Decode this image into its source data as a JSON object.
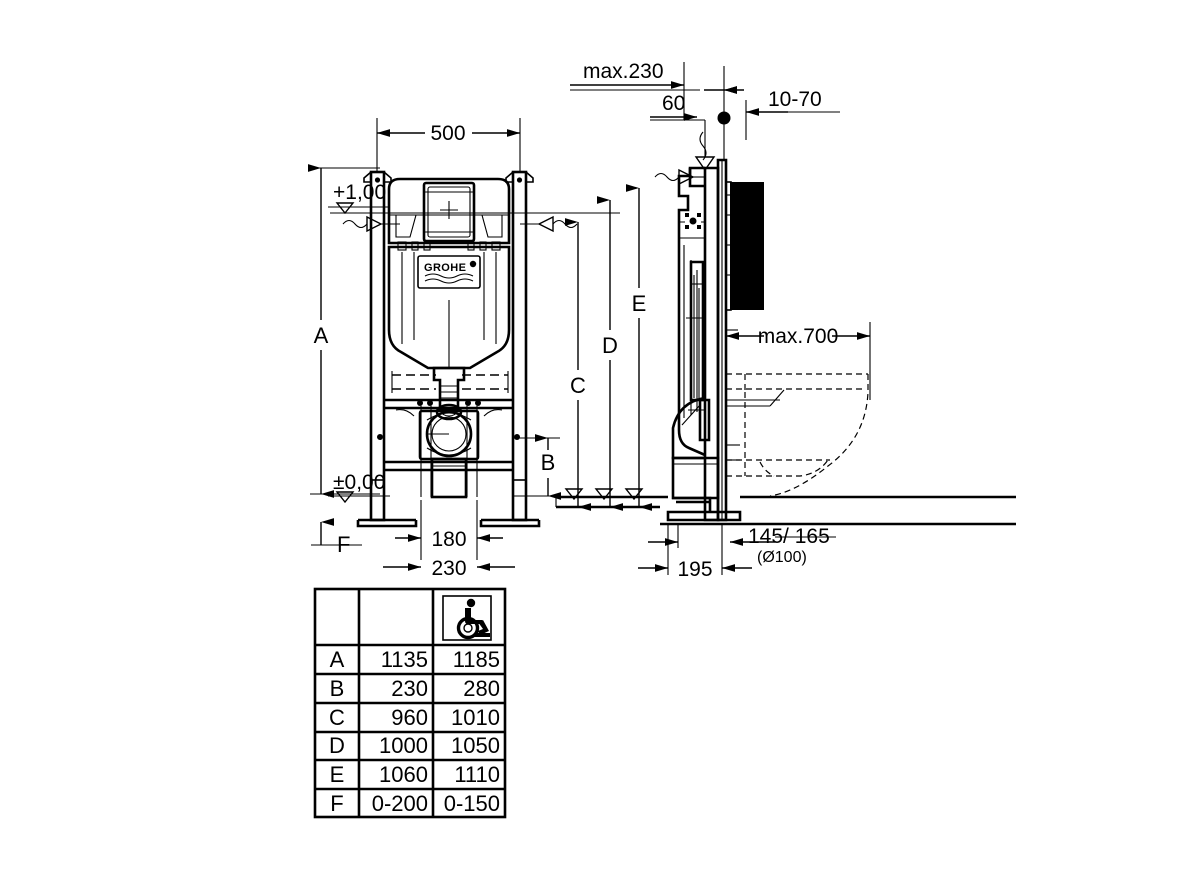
{
  "document": {
    "type": "technical-drawing",
    "product_brand": "GROHE",
    "description": "Installation frame / concealed cistern dimensional drawing with front view, side view and dimension table"
  },
  "front_view": {
    "width_dim": "500",
    "top_level_mark": "+1,00",
    "floor_level_mark": "±0,00",
    "letter_a": "A",
    "letter_b": "B",
    "letter_c": "C",
    "letter_d": "D",
    "letter_e": "E",
    "letter_f": "F",
    "bottom_dim_inner": "180",
    "bottom_dim_outer": "230",
    "brand_label": "GROHE"
  },
  "side_view": {
    "max_top": "max.230",
    "dim_60": "60",
    "dim_10_70": "10-70",
    "max_projection": "max.700",
    "dim_195": "195",
    "outlet_dim": "145/ 165",
    "outlet_diameter": "(Ø100)"
  },
  "table": {
    "header": [
      "",
      "",
      "wheelchair-accessible-icon"
    ],
    "rows": [
      {
        "label": "A",
        "standard": "1135",
        "accessible": "1185"
      },
      {
        "label": "B",
        "standard": "230",
        "accessible": "280"
      },
      {
        "label": "C",
        "standard": "960",
        "accessible": "1010"
      },
      {
        "label": "D",
        "standard": "1000",
        "accessible": "1050"
      },
      {
        "label": "E",
        "standard": "1060",
        "accessible": "1110"
      },
      {
        "label": "F",
        "standard": "0-200",
        "accessible": "0-150"
      }
    ]
  },
  "colors": {
    "line": "#000000",
    "background": "#ffffff"
  }
}
